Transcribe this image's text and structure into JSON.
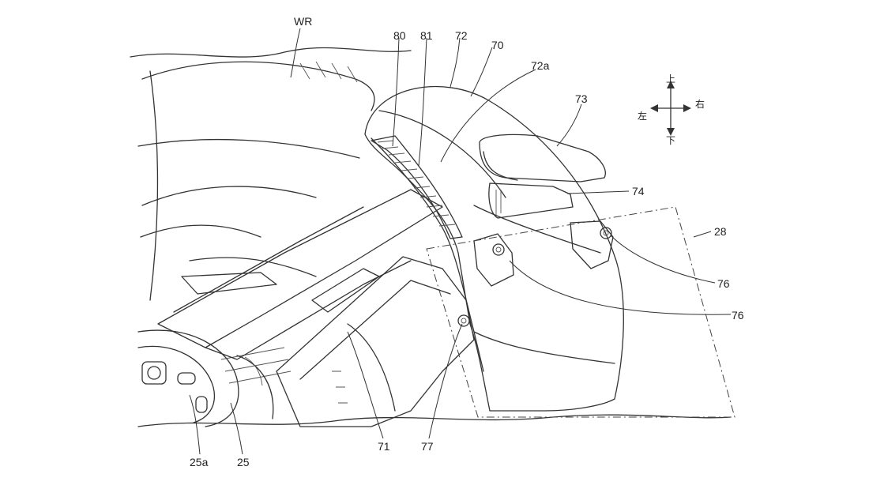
{
  "labels": {
    "wr": "WR",
    "n80": "80",
    "n81": "81",
    "n72": "72",
    "n70": "70",
    "n72a": "72a",
    "n73": "73",
    "n74": "74",
    "n28": "28",
    "n76a": "76",
    "n76b": "76",
    "n71": "71",
    "n77": "77",
    "n25a": "25a",
    "n25": "25"
  },
  "compass": {
    "up": "上",
    "down": "下",
    "left": "左",
    "right": "右"
  }
}
